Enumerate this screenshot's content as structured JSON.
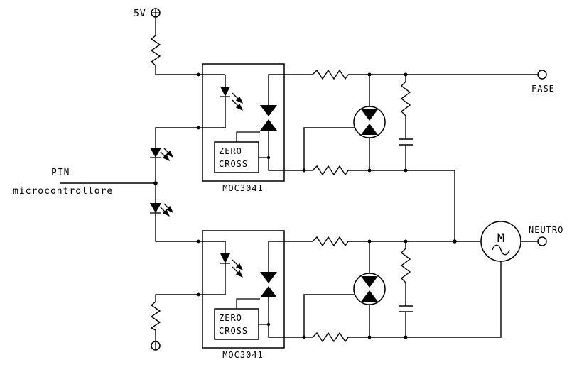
{
  "labels": {
    "supply": "5V",
    "pin": "PIN",
    "pin_sub": "microcontrollore",
    "fase": "FASE",
    "neutro": "NEUTRO"
  },
  "motor": {
    "letter": "M"
  },
  "optocouplers": [
    {
      "name": "MOC3041",
      "zero_cross_line1": "ZERO",
      "zero_cross_line2": "CROSS"
    },
    {
      "name": "MOC3041",
      "zero_cross_line1": "ZERO",
      "zero_cross_line2": "CROSS"
    }
  ],
  "colors": {
    "line": "#000000",
    "background": "#ffffff"
  }
}
